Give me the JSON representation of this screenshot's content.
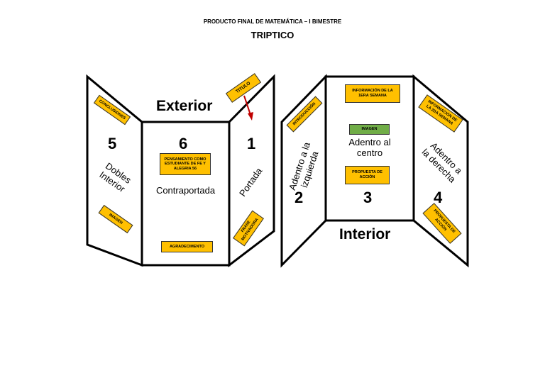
{
  "header": {
    "subtitle": "PRODUCTO FINAL DE MATEMÁTICA – I BIMESTRE",
    "title": "TRIPTICO"
  },
  "exterior": {
    "heading": "Exterior",
    "panel_left": {
      "number": "5",
      "text": "Dobles Interior",
      "sticker_top": "CONCLUSIONES",
      "sticker_bottom": "IMAGEN"
    },
    "panel_center": {
      "number": "6",
      "text": "Contraportada",
      "sticker_top": "PENSAMIENTO COMO ESTUDIANTE DE FE Y ALEGRIA 56",
      "sticker_bottom": "AGRADECIMENTO"
    },
    "panel_right": {
      "number": "1",
      "text": "Portada",
      "sticker_top": "TITULO",
      "sticker_bottom": "FRASE MOTIVADORA"
    }
  },
  "interior": {
    "heading": "Interior",
    "panel_left": {
      "number": "2",
      "text": "Adentro a la izquierda",
      "sticker": "INTRODUCCIÓN"
    },
    "panel_center": {
      "number": "3",
      "text": "Adentro al centro",
      "sticker_top": "INFORMACIÓN DE LA 1ERA SEMANA",
      "sticker_image": "IMAGEN",
      "sticker_bottom": "PROPUESTA DE ACCIÓN"
    },
    "panel_right": {
      "number": "4",
      "text": "Adentro a la derecha",
      "sticker_top": "INFORMACIÓN DE LA 2DA SEMANA",
      "sticker_bottom": "PROPUESTA DE ACCIÓN"
    }
  },
  "colors": {
    "sticker": "#ffc000",
    "image_sticker": "#70ad47",
    "arrow": "#c00000"
  }
}
